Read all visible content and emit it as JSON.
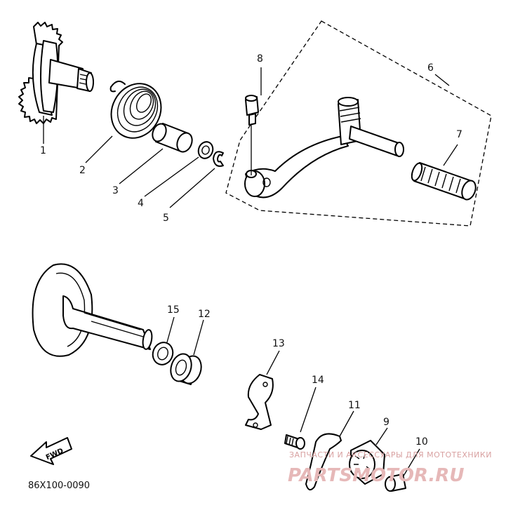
{
  "diagram": {
    "drawing_code": "86X100-0090",
    "direction_label": "FWD",
    "callouts": [
      {
        "id": "c1",
        "text": "1"
      },
      {
        "id": "c2",
        "text": "2"
      },
      {
        "id": "c3",
        "text": "3"
      },
      {
        "id": "c4",
        "text": "4"
      },
      {
        "id": "c5",
        "text": "5"
      },
      {
        "id": "c6",
        "text": "6"
      },
      {
        "id": "c7",
        "text": "7"
      },
      {
        "id": "c8",
        "text": "8"
      },
      {
        "id": "c9",
        "text": "9"
      },
      {
        "id": "c10",
        "text": "10"
      },
      {
        "id": "c11",
        "text": "11"
      },
      {
        "id": "c12",
        "text": "12"
      },
      {
        "id": "c13",
        "text": "13"
      },
      {
        "id": "c14",
        "text": "14"
      },
      {
        "id": "c15",
        "text": "15"
      }
    ]
  },
  "watermark": {
    "tagline": "ЗАПЧАСТИ И АКСЕССУАРЫ ДЛЯ МОТОТЕХНИКИ",
    "brand": "PARTSMOTOR.RU"
  },
  "colors": {
    "line": "#000000",
    "background": "#ffffff",
    "watermark": "#e6b8b8"
  }
}
